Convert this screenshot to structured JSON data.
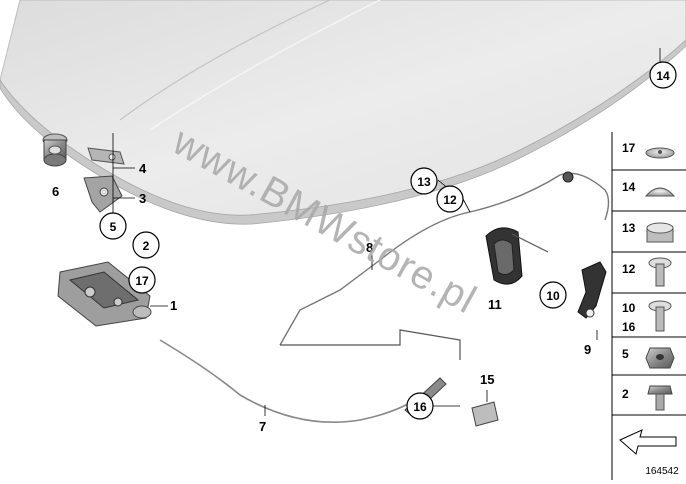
{
  "watermark": "www.BMWstore.pl",
  "diagram_number": "164542",
  "callouts": {
    "c1": "1",
    "c2": "2",
    "c3": "3",
    "c4": "4",
    "c5": "5",
    "c6": "6",
    "c7": "7",
    "c8": "8",
    "c9": "9",
    "c10": "10",
    "c11": "11",
    "c12": "12",
    "c13": "13",
    "c14": "14",
    "c15": "15",
    "c16": "16",
    "c17": "17"
  },
  "legend": {
    "r1": "17",
    "r2": "14",
    "r3": "13",
    "r4": "12",
    "r5a": "10",
    "r5b": "16",
    "r6": "5",
    "r7": "2"
  },
  "colors": {
    "hood": "#e6e6e6",
    "hood_edge": "#c8c8c8",
    "part": "#9a9a9a",
    "line": "#333333"
  }
}
